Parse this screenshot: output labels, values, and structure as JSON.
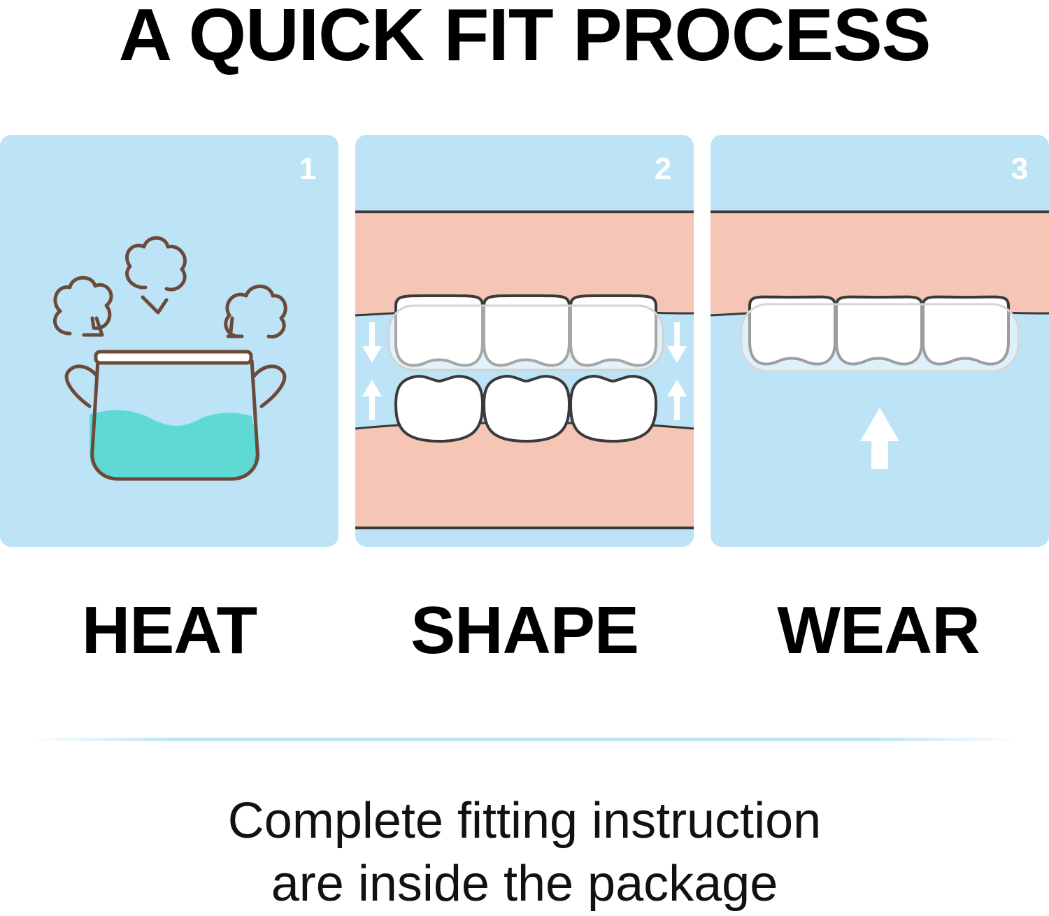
{
  "title": "A QUICK FIT PROCESS",
  "steps": [
    {
      "number": "1",
      "label": "HEAT",
      "illustration": "boiling-pot-icon"
    },
    {
      "number": "2",
      "label": "SHAPE",
      "illustration": "teeth-bite-icon"
    },
    {
      "number": "3",
      "label": "WEAR",
      "illustration": "tray-on-teeth-icon"
    }
  ],
  "footer": {
    "line1": "Complete fitting instruction",
    "line2": "are inside the package"
  },
  "colors": {
    "card_background": "#bce3f6",
    "gum": "#f5c6b6",
    "water": "#5fd9d4",
    "outline": "#6b4a3a",
    "tooth": "#ffffff"
  }
}
